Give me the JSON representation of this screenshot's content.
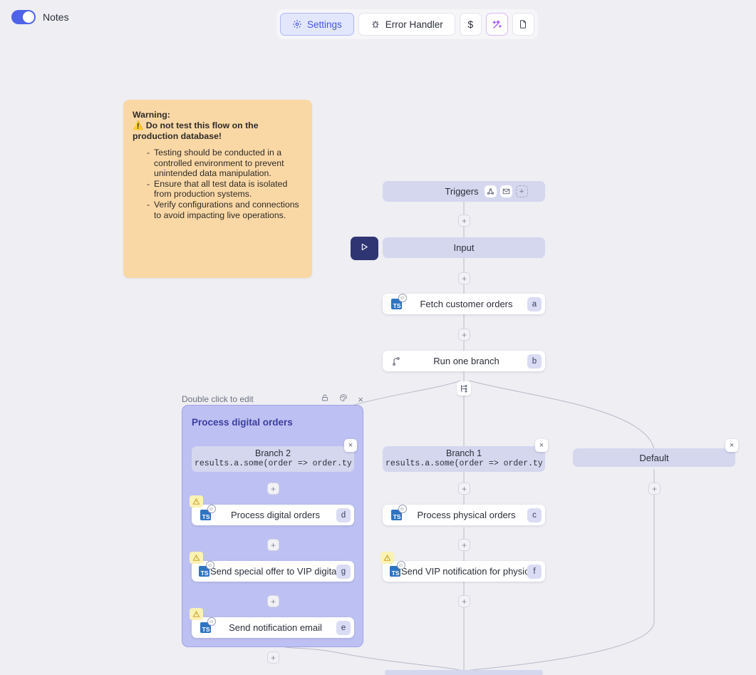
{
  "topbar": {
    "notes_label": "Notes",
    "notes_toggle_on": true,
    "buttons": [
      {
        "label": "Settings",
        "icon": "gear-icon",
        "active": true
      },
      {
        "label": "Error Handler",
        "icon": "bug-icon",
        "active": false
      }
    ],
    "icon_buttons": [
      {
        "icon": "dollar-icon",
        "label": "$"
      },
      {
        "icon": "magic-wand-icon",
        "label": ""
      },
      {
        "icon": "document-icon",
        "label": ""
      }
    ]
  },
  "note": {
    "heading": "Warning:",
    "subheading": "Do not test this flow on the production database!",
    "warning_glyph": "⚠",
    "bullets": [
      "Testing should be conducted in a controlled environment to prevent unintended data manipulation.",
      "Ensure that all test data is isolated from production systems.",
      "Verify configurations and connections to avoid impacting live operations."
    ]
  },
  "flow": {
    "triggers": {
      "label": "Triggers",
      "icons": [
        "webhook-icon",
        "envelope-icon"
      ],
      "add_label": "+"
    },
    "input": {
      "label": "Input"
    },
    "run_button": {
      "icon": "play-icon"
    },
    "nodes": [
      {
        "title": "Fetch customer orders",
        "tag": "a",
        "icon": "typescript-icon",
        "warning": false
      },
      {
        "title": "Run one branch",
        "tag": "b",
        "icon": "branch-icon",
        "warning": false
      },
      {
        "title": "Process physical orders",
        "tag": "c",
        "icon": "typescript-icon",
        "warning": false
      },
      {
        "title": "Send VIP notification for physical...",
        "tag": "f",
        "icon": "typescript-icon",
        "warning": true
      },
      {
        "title": "Process digital orders",
        "tag": "d",
        "icon": "typescript-icon",
        "warning": true
      },
      {
        "title": "Send special offer to VIP digital c...",
        "tag": "g",
        "icon": "typescript-icon",
        "warning": true
      },
      {
        "title": "Send notification email",
        "tag": "e",
        "icon": "typescript-icon",
        "warning": true
      }
    ],
    "branches": [
      {
        "name": "Branch 2",
        "expression": "results.a.some(order => order.type"
      },
      {
        "name": "Branch 1",
        "expression": "results.a.some(order => order.type"
      }
    ],
    "default_branch": {
      "label": "Default"
    },
    "group": {
      "hint": "Double click to edit",
      "title": "Process digital orders",
      "header_icons": [
        "lock-icon",
        "palette-icon",
        "close-icon"
      ]
    },
    "plus_label": "+",
    "close_label": "×"
  },
  "colors": {
    "canvas": "#eeeef3",
    "accent": "#4f62e8",
    "lilac_node": "#d4d7ee",
    "group_fill": "#bdc0f2",
    "note_bg": "#fad8a6",
    "run_btn": "#2f3573",
    "ts_blue": "#2f74c0",
    "warn_badge": "#fbf2b6"
  }
}
